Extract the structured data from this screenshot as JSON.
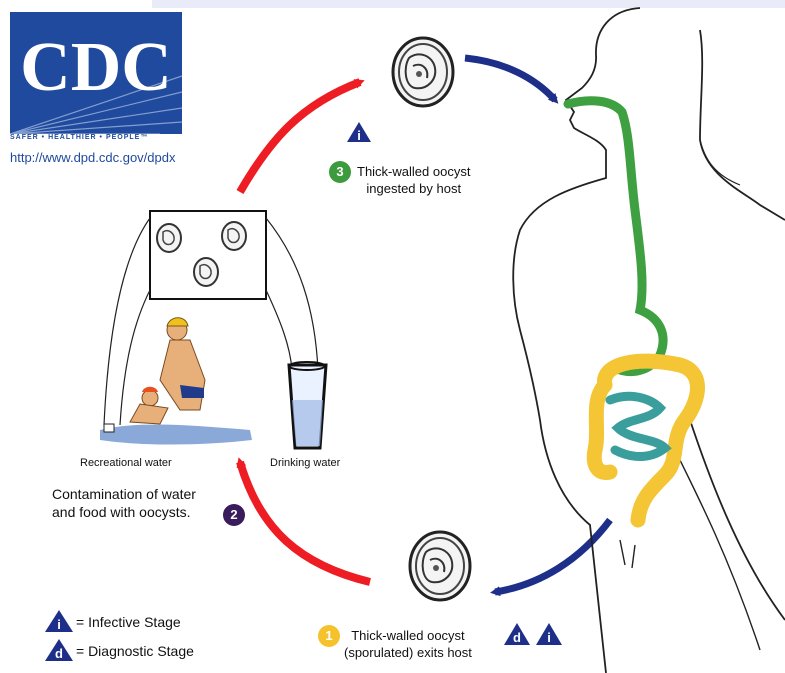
{
  "header": {
    "logo_text": "CDC",
    "logo_tagline": "SAFER • HEALTHIER • PEOPLE™",
    "url": "http://www.dpd.cdc.gov/dpdx"
  },
  "stages": {
    "stage1": {
      "number": "1",
      "line1": "Thick-walled oocyst",
      "line2": "(sporulated) exits host",
      "badges": [
        "d",
        "i"
      ]
    },
    "stage2": {
      "number": "2",
      "line1": "Contamination of water",
      "line2": "and food with oocysts."
    },
    "stage3": {
      "number": "3",
      "line1": "Thick-walled oocyst",
      "line2": "ingested by host",
      "badges": [
        "i"
      ]
    }
  },
  "scene_labels": {
    "recreational": "Recreational water",
    "drinking": "Drinking water"
  },
  "legend": {
    "infective_symbol": "i",
    "infective": "= Infective Stage",
    "diagnostic_symbol": "d",
    "diagnostic": "= Diagnostic Stage"
  },
  "colors": {
    "arrow_red": "#ee1d23",
    "arrow_blue": "#1e2f8a",
    "badge_navy": "#1e2f8a",
    "stage1_yellow": "#f5c22b",
    "stage2_purple": "#3a1b5b",
    "stage3_green": "#3c9b3c",
    "gi_green": "#3ea040",
    "colon_yellow": "#f4c534",
    "intestine_teal": "#3a9e9c"
  }
}
